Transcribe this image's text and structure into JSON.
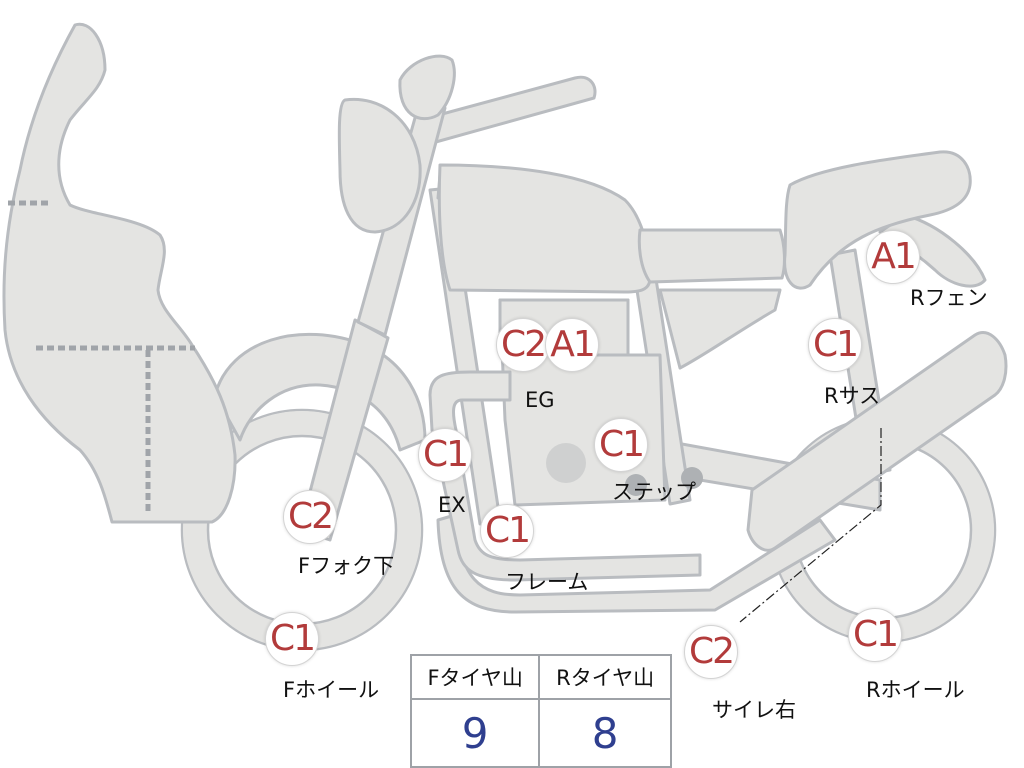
{
  "grades": [
    {
      "id": "c2-engine",
      "text": "C2"
    },
    {
      "id": "a1-engine",
      "text": "A1"
    },
    {
      "id": "a1-rfender",
      "text": "A1"
    },
    {
      "id": "c1-rsus",
      "text": "C1"
    },
    {
      "id": "c1-ex",
      "text": "C1"
    },
    {
      "id": "c1-step",
      "text": "C1"
    },
    {
      "id": "c2-ffork",
      "text": "C2"
    },
    {
      "id": "c1-frame",
      "text": "C1"
    },
    {
      "id": "c1-fwheel",
      "text": "C1"
    },
    {
      "id": "c2-silencer",
      "text": "C2"
    },
    {
      "id": "c1-rwheel",
      "text": "C1"
    }
  ],
  "labels": {
    "eg": "EG",
    "rfender": "Rフェン",
    "rsus": "Rサス",
    "ex": "EX",
    "step": "ステップ",
    "ffork": "Fフォク下",
    "frame": "フレーム",
    "fwheel": "Fホイール",
    "silencer": "サイレ右",
    "rwheel": "Rホイール"
  },
  "tire_table": {
    "headers": [
      "Fタイヤ山",
      "Rタイヤ山"
    ],
    "values": [
      "9",
      "8"
    ]
  },
  "colors": {
    "grade_text": "#b23b3b",
    "tire_value": "#2f3f8f",
    "body_fill": "#e4e4e2",
    "body_stroke": "#b9bcc0"
  }
}
